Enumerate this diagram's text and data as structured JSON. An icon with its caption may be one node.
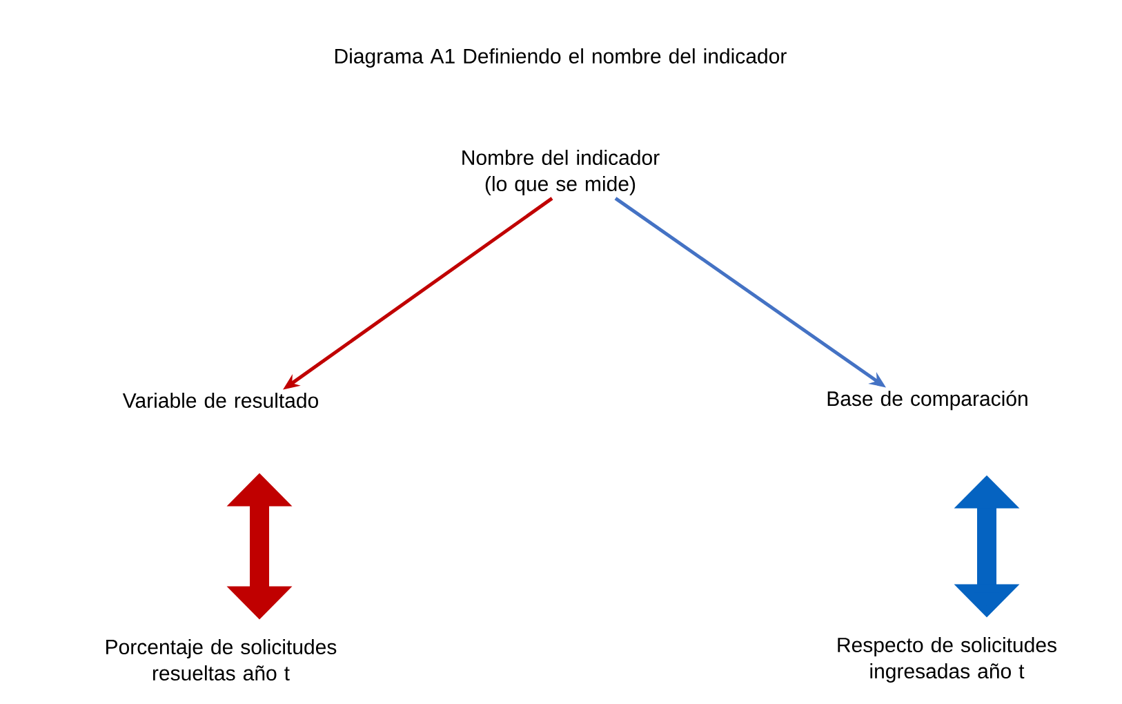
{
  "diagram": {
    "title": "Diagrama A1 Definiendo el nombre del indicador",
    "nodes": [
      {
        "text": [
          "Nombre del indicador (lo que se mide)"
        ]
      },
      {
        "text": [
          "Variable de resultado"
        ]
      },
      {
        "text": [
          "Base de comparación"
        ]
      },
      {
        "text": [
          "Porcentaje de solicitudes resueltas año t"
        ]
      },
      {
        "text": [
          "Respecto de solicitudes ingresadas año t"
        ]
      }
    ],
    "edges": [
      {
        "from": 0,
        "to": 1,
        "arrow": "to",
        "color": "#c00000"
      },
      {
        "from": 0,
        "to": 2,
        "arrow": "to",
        "color": "#4472c4"
      },
      {
        "from": 1,
        "to": 3,
        "arrow": "both",
        "style": "thick",
        "color": "#c00000"
      },
      {
        "from": 2,
        "to": 4,
        "arrow": "both",
        "style": "thick",
        "color": "#0563c1"
      }
    ]
  }
}
